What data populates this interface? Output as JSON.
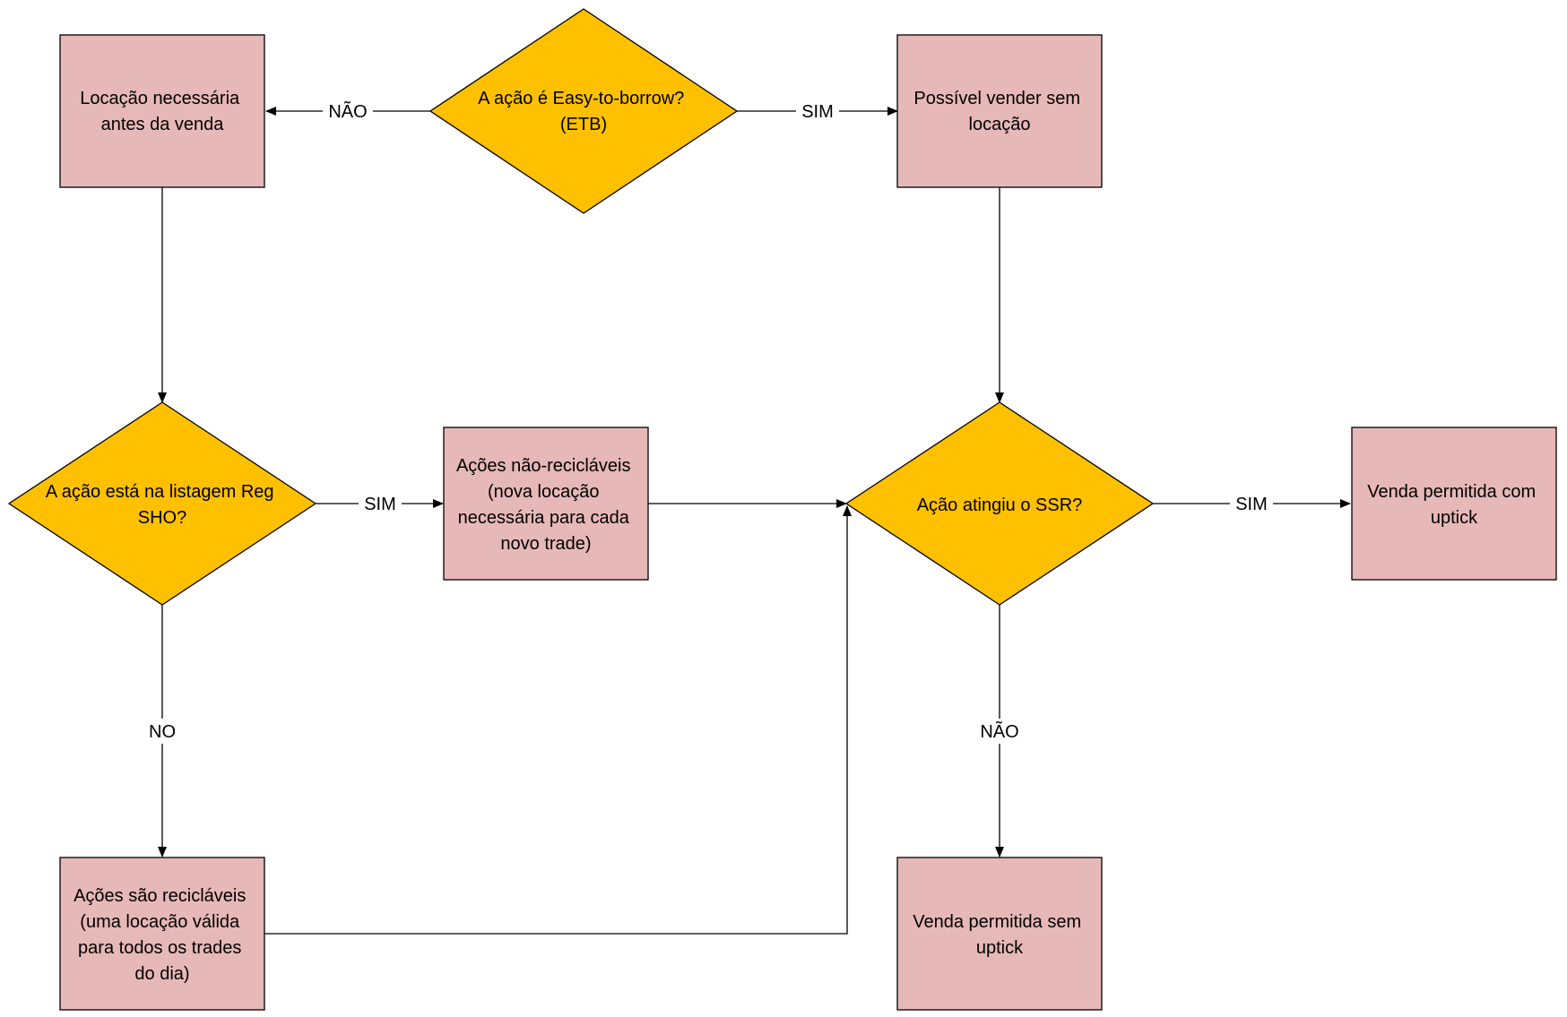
{
  "colors": {
    "process_fill": "#E6B8B7",
    "decision_fill": "#FFC000",
    "stroke": "#000000"
  },
  "nodes": {
    "etb_question": [
      "A ação é Easy-to-borrow?",
      "(ETB)"
    ],
    "locate_required": [
      "Locação necessária",
      "antes da venda"
    ],
    "sell_without_locate": [
      "Possível vender sem",
      "locação"
    ],
    "regsho_question": [
      "A ação está na listagem Reg",
      "SHO?"
    ],
    "non_recyclable": [
      "Ações não-recicláveis",
      "(nova locação",
      "necessária para cada",
      "novo trade)"
    ],
    "ssr_question": [
      "Ação atingiu o SSR?"
    ],
    "sale_with_uptick": [
      "Venda permitida com",
      "uptick"
    ],
    "recyclable": [
      "Ações são recicláveis",
      "(uma locação válida",
      "para todos os trades",
      "do dia)"
    ],
    "sale_without_uptick": [
      "Venda permitida sem",
      "uptick"
    ]
  },
  "edge_labels": {
    "etb_no": "NÃO",
    "etb_yes": "SIM",
    "regsho_yes": "SIM",
    "regsho_no": "NO",
    "ssr_yes": "SIM",
    "ssr_no": "NÃO"
  }
}
